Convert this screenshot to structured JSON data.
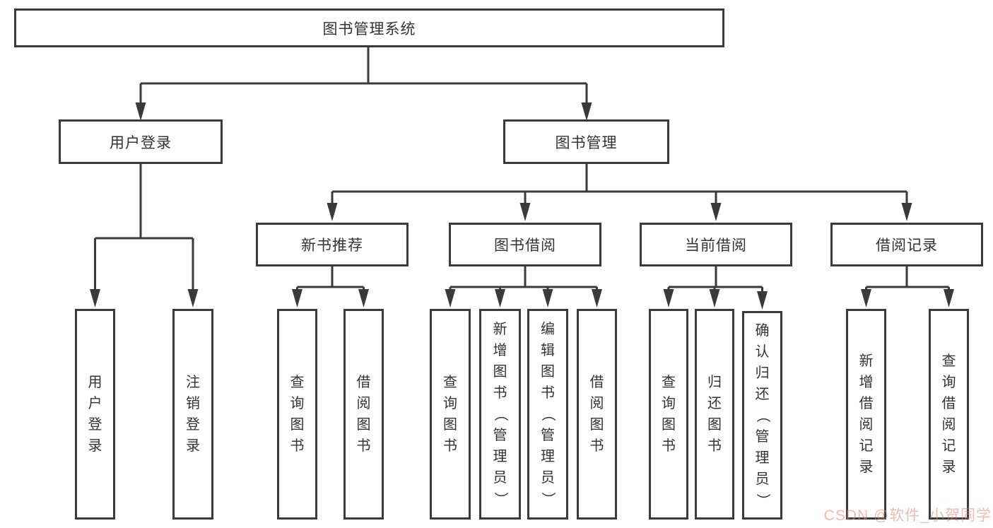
{
  "tree": {
    "label": "图书管理系统",
    "children": [
      {
        "label": "用户登录",
        "children": [
          {
            "label": "用户登录"
          },
          {
            "label": "注销登录"
          }
        ]
      },
      {
        "label": "图书管理",
        "children": [
          {
            "label": "新书推荐",
            "children": [
              {
                "label": "查询图书"
              },
              {
                "label": "借阅图书"
              }
            ]
          },
          {
            "label": "图书借阅",
            "children": [
              {
                "label": "查询图书"
              },
              {
                "label": "新增图书（管理员）"
              },
              {
                "label": "编辑图书（管理员）"
              },
              {
                "label": "借阅图书"
              }
            ]
          },
          {
            "label": "当前借阅",
            "children": [
              {
                "label": "查询图书"
              },
              {
                "label": "归还图书"
              },
              {
                "label": "确认归还（管理员）"
              }
            ]
          },
          {
            "label": "借阅记录",
            "children": [
              {
                "label": "新增借阅记录"
              },
              {
                "label": "查询借阅记录"
              }
            ]
          }
        ]
      }
    ]
  },
  "watermark": {
    "text": "CSDN @软件_小贺同学"
  },
  "colors": {
    "line": "#3a3a3a",
    "text": "#333333",
    "background": "#ffffff",
    "watermark": "#efb1ac"
  }
}
